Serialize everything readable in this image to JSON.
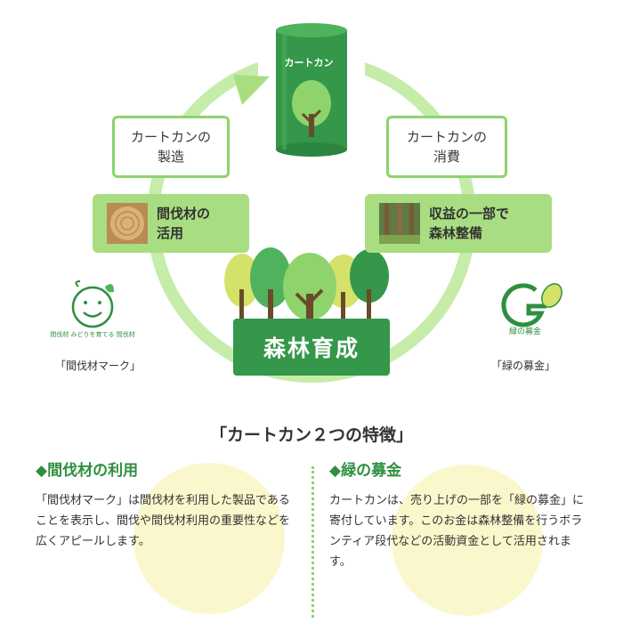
{
  "diagram": {
    "can_label": "カートカン",
    "box_manufacture": "カートカンの\n製造",
    "box_consumption": "カートカンの\n消費",
    "box_thinned_wood": "間伐材の\n活用",
    "box_revenue": "収益の一部で\n森林整備",
    "forest_label": "森林育成",
    "mark_left_caption": "「間伐材マーク」",
    "mark_right_caption": "「緑の募金」",
    "mark_left_ring_text": "間伐材 みどりを育てる 間伐材",
    "mark_right_text": "緑の募金",
    "colors": {
      "ring": "#c6ecaa",
      "box_border": "#8ed36c",
      "label_fill": "#a9dd81",
      "can": "#34974a",
      "forest_base": "#34974a"
    }
  },
  "features": {
    "title": "「カートカン２つの特徴」",
    "left": {
      "heading": "◆間伐材の利用",
      "body": "「間伐材マーク」は間伐材を利用した製品であることを表示し、間伐や間伐材利用の重要性などを広くアピールします。"
    },
    "right": {
      "heading": "◆緑の募金",
      "body": "カートカンは、売り上げの一部を「緑の募金」に寄付しています。このお金は森林整備を行うボランティア段代などの活動資金として活用されます。"
    }
  }
}
